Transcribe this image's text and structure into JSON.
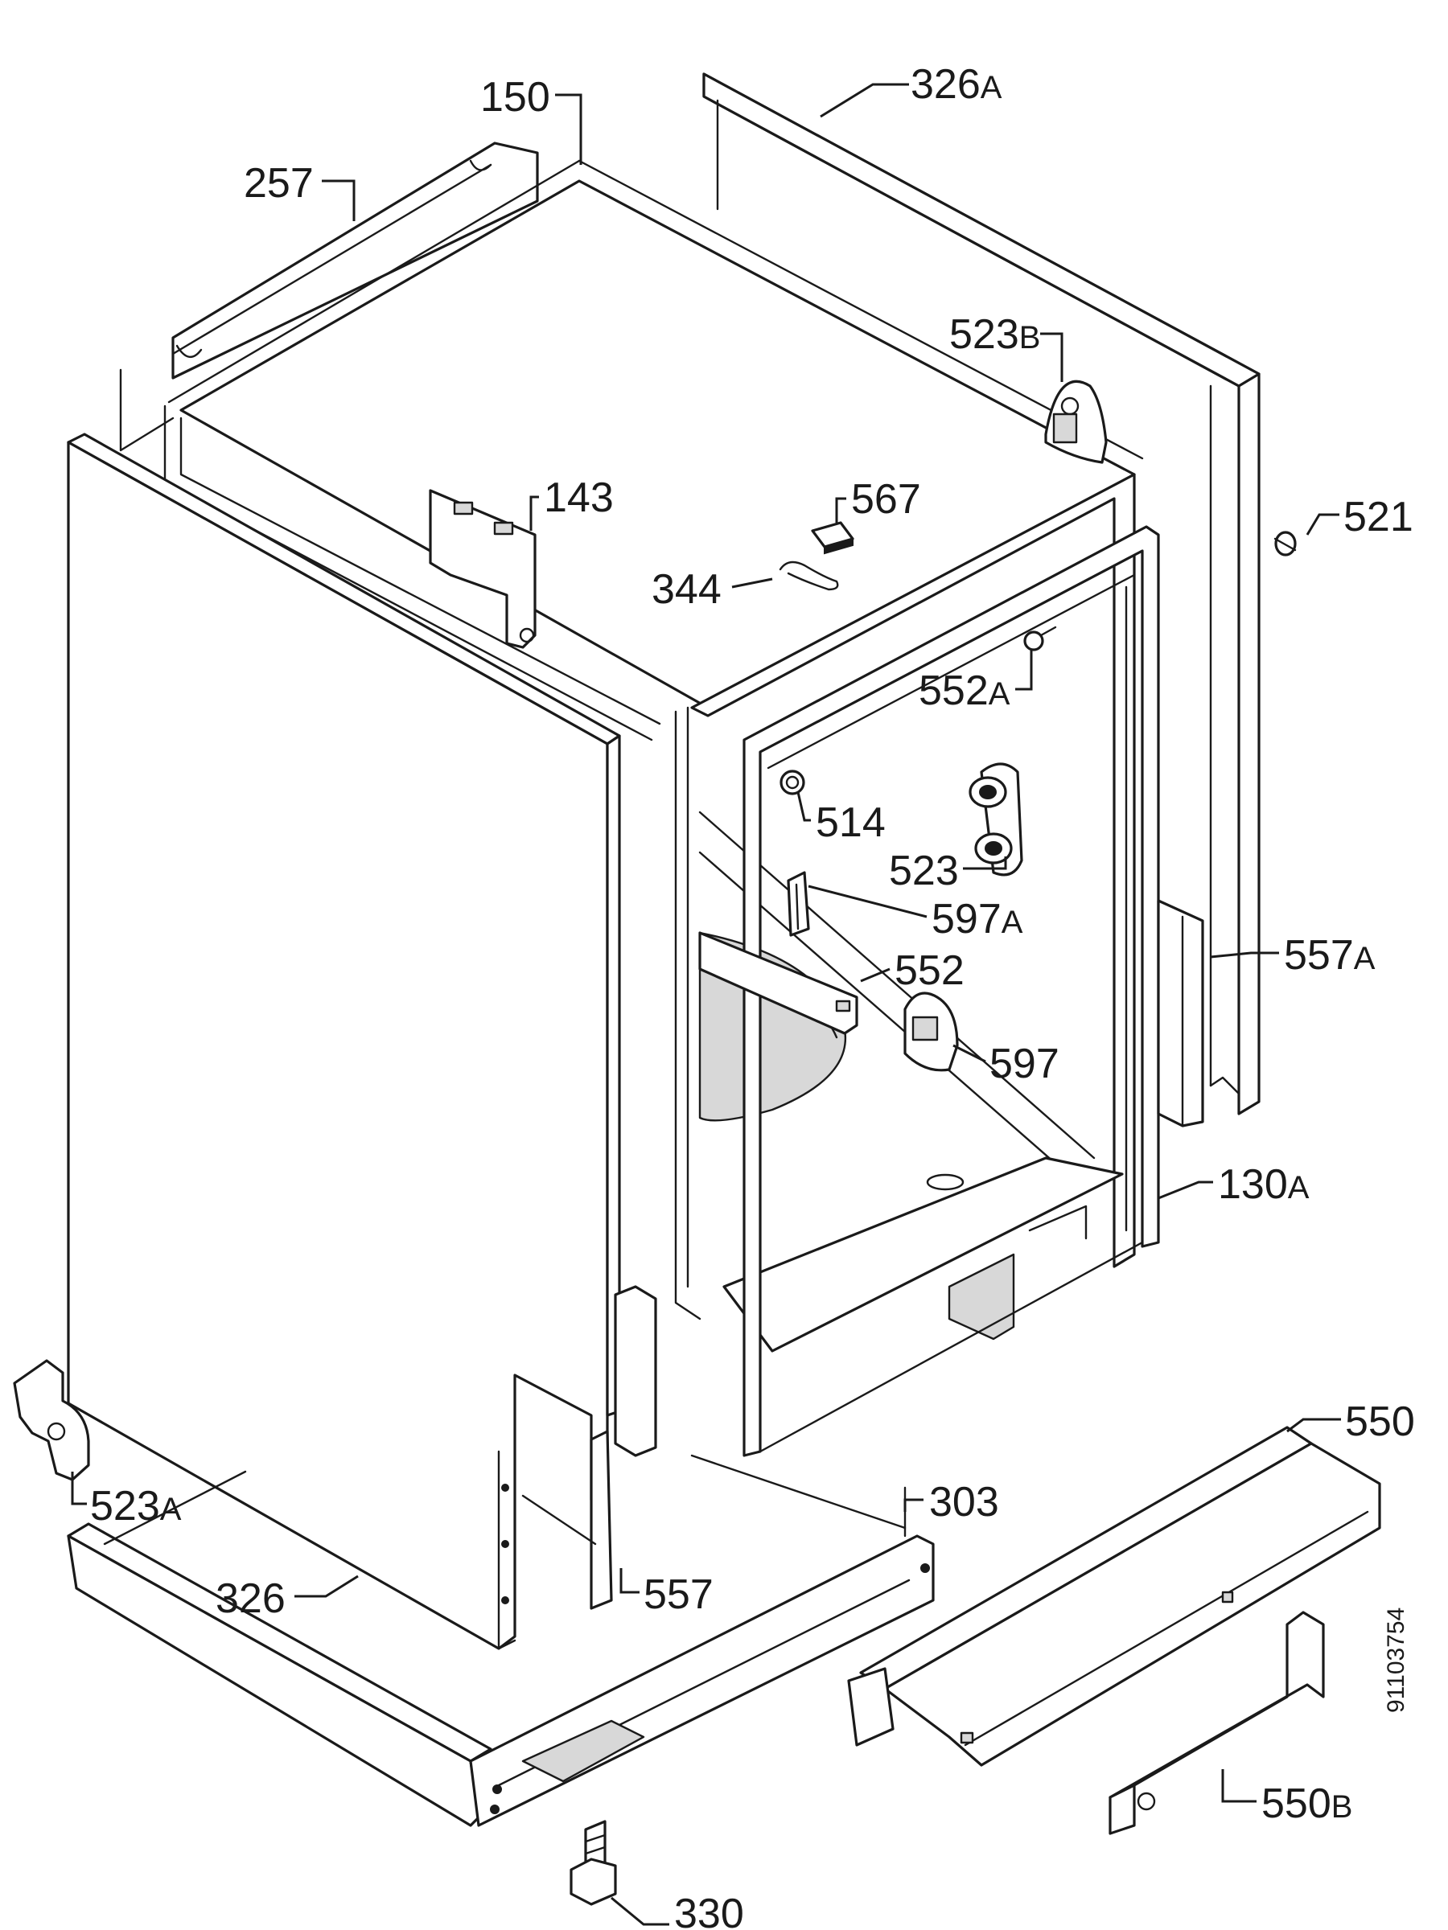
{
  "diagram": {
    "drawing_number": "91103754",
    "labels": [
      {
        "id": "l150",
        "num": "150",
        "suf": ""
      },
      {
        "id": "l326a",
        "num": "326",
        "suf": "A"
      },
      {
        "id": "l257",
        "num": "257",
        "suf": ""
      },
      {
        "id": "l523b",
        "num": "523",
        "suf": "B"
      },
      {
        "id": "l143",
        "num": "143",
        "suf": ""
      },
      {
        "id": "l567",
        "num": "567",
        "suf": ""
      },
      {
        "id": "l521",
        "num": "521",
        "suf": ""
      },
      {
        "id": "l344",
        "num": "344",
        "suf": ""
      },
      {
        "id": "l552a",
        "num": "552",
        "suf": "A"
      },
      {
        "id": "l514",
        "num": "514",
        "suf": ""
      },
      {
        "id": "l523",
        "num": "523",
        "suf": ""
      },
      {
        "id": "l597a",
        "num": "597",
        "suf": "A"
      },
      {
        "id": "l557a",
        "num": "557",
        "suf": "A"
      },
      {
        "id": "l552",
        "num": "552",
        "suf": ""
      },
      {
        "id": "l597",
        "num": "597",
        "suf": ""
      },
      {
        "id": "l130a",
        "num": "130",
        "suf": "A"
      },
      {
        "id": "l550",
        "num": "550",
        "suf": ""
      },
      {
        "id": "l523a",
        "num": "523",
        "suf": "A"
      },
      {
        "id": "l303",
        "num": "303",
        "suf": ""
      },
      {
        "id": "l326",
        "num": "326",
        "suf": ""
      },
      {
        "id": "l557",
        "num": "557",
        "suf": ""
      },
      {
        "id": "l550b",
        "num": "550",
        "suf": "B"
      },
      {
        "id": "l330",
        "num": "330",
        "suf": ""
      }
    ]
  }
}
